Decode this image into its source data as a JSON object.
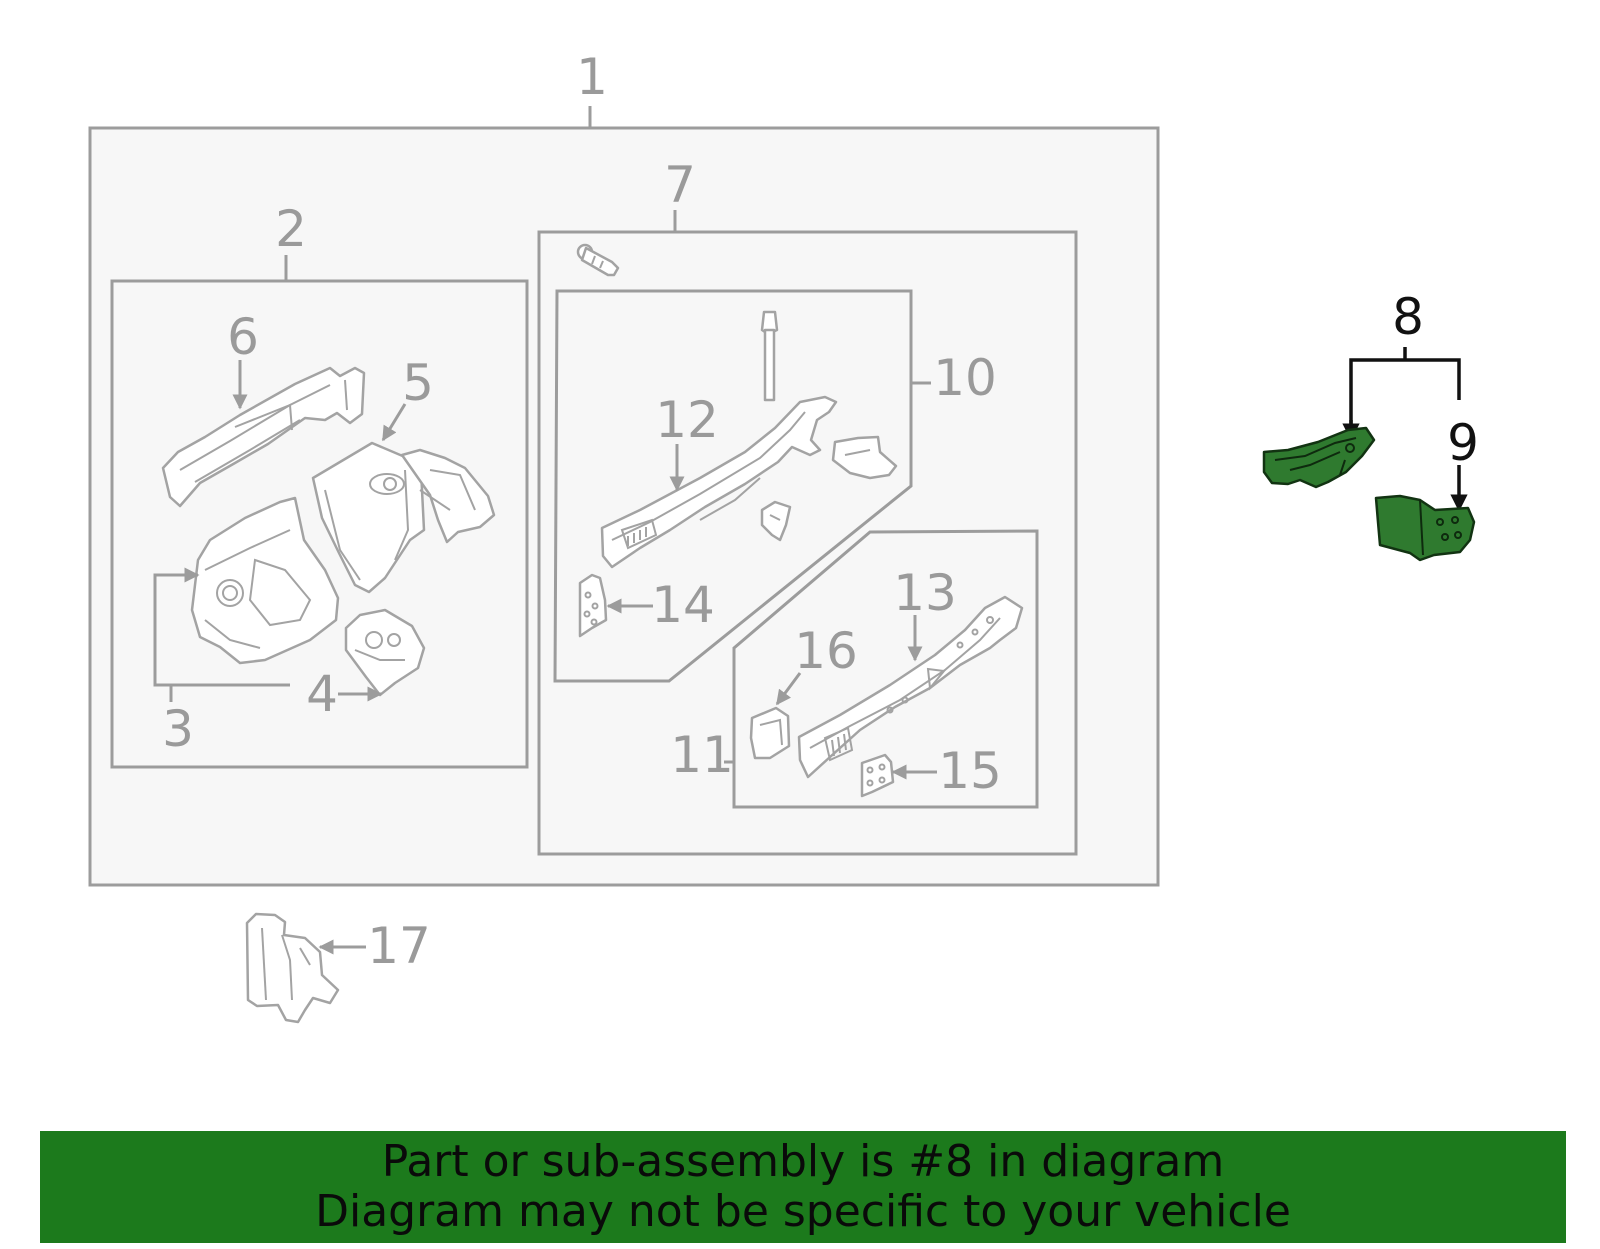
{
  "callouts": {
    "n1": "1",
    "n2": "2",
    "n3": "3",
    "n4": "4",
    "n5": "5",
    "n6": "6",
    "n7": "7",
    "n8": "8",
    "n9": "9",
    "n10": "10",
    "n11": "11",
    "n12": "12",
    "n13": "13",
    "n14": "14",
    "n15": "15",
    "n16": "16",
    "n17": "17"
  },
  "banner": {
    "line1": "Part or sub-assembly is #8 in diagram",
    "line2": "Diagram may not be specific to your vehicle"
  },
  "colors": {
    "highlight": "#1c7a1c",
    "line": "#9c9c9c",
    "panel": "#f7f7f7"
  }
}
